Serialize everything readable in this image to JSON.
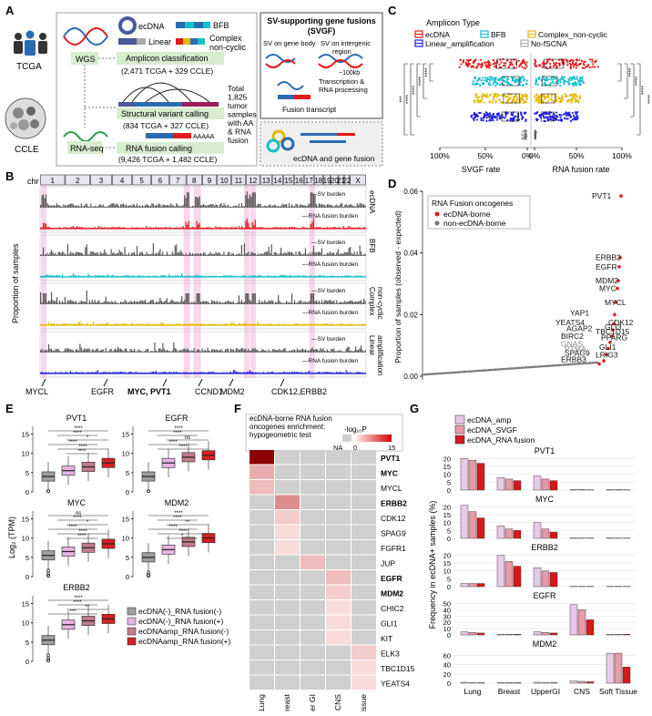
{
  "panel_letters": [
    "A",
    "B",
    "C",
    "D",
    "E",
    "F",
    "G"
  ],
  "panelA": {
    "tcga": "TCGA",
    "ccle": "CCLE",
    "legend": {
      "ecdna": "ecDNA",
      "bfb": "BFB",
      "linear": "Linear",
      "complex": "Complex\nnon-cyclic"
    },
    "wgs": "WGS",
    "rnaseq": "RNA-seq",
    "amplicon": {
      "title": "Amplicon classification",
      "count": "(2,471 TCGA + 329 CCLE)"
    },
    "svcall": {
      "title": "Structural variant calling",
      "count": "(834 TCGA + 327 CCLE)"
    },
    "fusion": {
      "title": "RNA fusion calling",
      "count": "(9,426 TCGA + 1,482 CCLE)"
    },
    "total": [
      "Total",
      "1,825",
      "tumor",
      "samples",
      "with AA",
      "& RNA",
      "fusion"
    ],
    "aaaaa": "AAAAA",
    "svgf_title": [
      "SV-supporting gene fusions",
      "(SVGF)"
    ],
    "sv_gene_body": "SV on gene body",
    "sv_intergenic": [
      "SV on intergenic",
      "region"
    ],
    "kb100": "~100kb",
    "transcription": [
      "Transcription &",
      "RNA processing"
    ],
    "fusion_transcript": "Fusion transcript",
    "ecdna_gene_fusion": "ecDNA and gene fusion"
  },
  "panelB": {
    "chr_label": "chr",
    "chromosomes": [
      "1",
      "2",
      "3",
      "4",
      "5",
      "6",
      "7",
      "8",
      "9",
      "10",
      "11",
      "12",
      "13",
      "14",
      "15",
      "16",
      "17",
      "18",
      "19",
      "20",
      "21",
      "22",
      "X"
    ],
    "ylabel": "Proportion of samples",
    "tracks": [
      "ecDNA",
      "BFB",
      "Complex\nnon-cyclic",
      "Linear\namplification"
    ],
    "sv_burden": "SV burden",
    "rna_burden": "RNA fusion burden",
    "genes": [
      "MYCL",
      "EGFR",
      "MYC, PVT1",
      "CCND1",
      "MDM2",
      "CDK12,ERBB2"
    ],
    "colors": {
      "ecdna": "#e31a1c",
      "bfb": "#17becf",
      "complex": "#e5b800",
      "linear": "#1f1fe0",
      "sv": "#555555",
      "highlight": "#f3c6e3"
    }
  },
  "chart_C": {
    "type": "bar",
    "legend_title": "Amplicon Type",
    "legend": [
      {
        "name": "ecDNA",
        "color": "#e31a1c"
      },
      {
        "name": "BFB",
        "color": "#17becf"
      },
      {
        "name": "Complex_non-cyclic",
        "color": "#e5b800"
      },
      {
        "name": "Linear_amplification",
        "color": "#1f1fe0"
      },
      {
        "name": "No-fSCNA",
        "color": "#aaaaaa"
      }
    ],
    "left_ticks": [
      "100%",
      "50%",
      "0%"
    ],
    "right_ticks": [
      "0%",
      "50%",
      "100%"
    ],
    "xlabel_left": "SVGF rate",
    "xlabel_right": "RNA fusion rate",
    "sig_left": [
      "****",
      "****",
      "****",
      "****",
      "***"
    ],
    "sig_right": [
      "****",
      "****",
      "****",
      "****"
    ]
  },
  "chart_D": {
    "type": "line",
    "ylabel": "Proportion of samples (observed - expected)",
    "ylim": [
      0,
      0.06
    ],
    "yticks": [
      "0.00",
      "0.02",
      "0.04",
      "0.06"
    ],
    "legend_title": "RNA Fusion oncogenes",
    "legend": [
      {
        "name": "ecDNA-borne",
        "color": "#e31a1c"
      },
      {
        "name": "non-ecDNA-borne",
        "color": "#777777"
      }
    ],
    "labels": [
      {
        "text": "PVT1",
        "y": 0.0585,
        "color": "#111"
      },
      {
        "text": "ERBB2",
        "y": 0.0385,
        "color": "#111"
      },
      {
        "text": "EGFR",
        "y": 0.0355,
        "color": "#111"
      },
      {
        "text": "MDM2",
        "y": 0.031,
        "color": "#111"
      },
      {
        "text": "MYC",
        "y": 0.0285,
        "color": "#111"
      },
      {
        "text": "MYCL",
        "y": 0.024,
        "color": "#111"
      },
      {
        "text": "YAP1",
        "y": 0.0205,
        "color": "#111"
      },
      {
        "text": "CDK12",
        "y": 0.0175,
        "color": "#111"
      },
      {
        "text": "YEATS4",
        "y": 0.0175,
        "color": "#111"
      },
      {
        "text": "GLI3",
        "y": 0.016,
        "color": "#111"
      },
      {
        "text": "AGAP2",
        "y": 0.0155,
        "color": "#111"
      },
      {
        "text": "TBC1D15",
        "y": 0.0145,
        "color": "#111"
      },
      {
        "text": "BIRC2",
        "y": 0.013,
        "color": "#111"
      },
      {
        "text": "PPARG",
        "y": 0.0125,
        "color": "#111"
      },
      {
        "text": "GNAS",
        "y": 0.0105,
        "color": "#888"
      },
      {
        "text": "GLI1",
        "y": 0.0095,
        "color": "#111"
      },
      {
        "text": "PTMA",
        "y": 0.0088,
        "color": "#888"
      },
      {
        "text": "SPAG9",
        "y": 0.0075,
        "color": "#111"
      },
      {
        "text": "LRIG3",
        "y": 0.007,
        "color": "#111"
      },
      {
        "text": "ERBB3",
        "y": 0.0055,
        "color": "#111"
      }
    ]
  },
  "chart_E": {
    "type": "box",
    "ylabel": "Log₂ (TPM)",
    "panels": [
      {
        "title": "PVT1",
        "ylim": [
          0,
          17
        ],
        "yticks": [
          "0",
          "5",
          "10",
          "15"
        ],
        "medians": [
          4,
          5.5,
          6.5,
          7.5
        ],
        "sig": [
          "****",
          "****",
          "*",
          "****",
          "****",
          "****"
        ]
      },
      {
        "title": "EGFR",
        "ylim": [
          0,
          17
        ],
        "yticks": [
          "0",
          "5",
          "10",
          "15"
        ],
        "medians": [
          4,
          7.5,
          9,
          9.5
        ],
        "sig": [
          "****",
          "****",
          "ns",
          "****",
          "****"
        ]
      },
      {
        "title": "MYC",
        "ylim": [
          0,
          17
        ],
        "yticks": [
          "0",
          "5",
          "10",
          "15"
        ],
        "medians": [
          5.5,
          6.5,
          7.5,
          8.5
        ],
        "sig": [
          "ns",
          "****",
          "*",
          "****",
          "****",
          "****"
        ]
      },
      {
        "title": "MDM2",
        "ylim": [
          0,
          17
        ],
        "yticks": [
          "0",
          "5",
          "10",
          "15"
        ],
        "medians": [
          5,
          7,
          9,
          10
        ],
        "sig": [
          "****",
          "****",
          "**",
          "****",
          "****",
          "*"
        ]
      },
      {
        "title": "ERBB2",
        "ylim": [
          0,
          17
        ],
        "yticks": [
          "0",
          "5",
          "10",
          "15"
        ],
        "medians": [
          5.5,
          9.5,
          10.5,
          11
        ],
        "sig": [
          "****",
          "****",
          "**",
          "***"
        ]
      }
    ],
    "legend": [
      {
        "name": "ecDNA(-)_RNA fusion(-)",
        "color": "#9e9e9e"
      },
      {
        "name": "ecDNA(-)_RNA fusion(+)",
        "color": "#e6b3e1"
      },
      {
        "name": "ecDNAamp_RNA fusion(-)",
        "color": "#c47a8a"
      },
      {
        "name": "ecDNAamp_RNA fusion(+)",
        "color": "#d62020"
      }
    ]
  },
  "chart_F": {
    "type": "heatmap",
    "legend_title": [
      "ecDNA-borne RNA fusion",
      "oncogenes enrichment:",
      "hypogeometric test"
    ],
    "scale_label": "-log₁₀P",
    "scale_ticks": [
      "NA",
      "0",
      "15"
    ],
    "rows": [
      "PVT1",
      "MYC",
      "MYCL",
      "ERBB2",
      "CDK12",
      "SPAG9",
      "FGFR1",
      "JUP",
      "EGFR",
      "MDM2",
      "CHIC2",
      "GLI1",
      "KIT",
      "ELK3",
      "TBC1D15",
      "YEATS4"
    ],
    "bold_rows": [
      "PVT1",
      "MYC",
      "ERBB2",
      "EGFR",
      "MDM2"
    ],
    "cols": [
      "Lung",
      "Breast",
      "Uper GI",
      "CNS",
      "Soft Tissue"
    ],
    "values": [
      [
        15,
        null,
        null,
        null,
        null
      ],
      [
        4,
        null,
        null,
        null,
        null
      ],
      [
        3,
        null,
        null,
        null,
        null
      ],
      [
        null,
        6,
        null,
        null,
        null
      ],
      [
        null,
        2,
        null,
        null,
        null
      ],
      [
        null,
        1,
        null,
        null,
        null
      ],
      [
        null,
        1,
        null,
        null,
        null
      ],
      [
        null,
        null,
        3,
        null,
        null
      ],
      [
        null,
        null,
        null,
        3,
        null
      ],
      [
        null,
        null,
        null,
        2,
        null
      ],
      [
        null,
        null,
        null,
        1,
        null
      ],
      [
        null,
        null,
        null,
        1,
        null
      ],
      [
        null,
        null,
        null,
        1,
        null
      ],
      [
        null,
        null,
        null,
        null,
        2
      ],
      [
        null,
        null,
        null,
        null,
        1
      ],
      [
        null,
        null,
        null,
        null,
        1
      ]
    ]
  },
  "chart_G": {
    "type": "bar",
    "ylabel": "Frequency in ecDNA+ samples (%)",
    "categories": [
      "Lung",
      "Breast",
      "UpperGI",
      "CNS",
      "Soft Tissue"
    ],
    "legend": [
      {
        "name": "ecDNA_amp",
        "color": "#e8c9e6"
      },
      {
        "name": "ecDNA_SVGF",
        "color": "#e89aa8"
      },
      {
        "name": "ecDNA_RNA fusion",
        "color": "#d41a1a"
      }
    ],
    "panels": [
      {
        "title": "PVT1",
        "ymax": 22,
        "yticks": [
          "0",
          "5",
          "10",
          "15",
          "20"
        ],
        "values": [
          [
            20,
            8,
            9,
            0.3,
            0.3
          ],
          [
            19,
            7,
            7,
            0.3,
            0.3
          ],
          [
            17,
            6,
            6,
            0.2,
            0.2
          ]
        ]
      },
      {
        "title": "MYC",
        "ymax": 22,
        "yticks": [
          "0",
          "5",
          "10",
          "15",
          "20"
        ],
        "values": [
          [
            21,
            8,
            10,
            0.3,
            0.3
          ],
          [
            17,
            6,
            6,
            0.2,
            0.2
          ],
          [
            13,
            5,
            4,
            0.2,
            0.2
          ]
        ]
      },
      {
        "title": "ERBB2",
        "ymax": 22,
        "yticks": [
          "0",
          "5",
          "10",
          "15",
          "20"
        ],
        "values": [
          [
            2,
            20,
            12,
            0.2,
            0.2
          ],
          [
            2,
            16,
            10,
            0.2,
            0.2
          ],
          [
            2,
            13,
            9,
            0.2,
            0.2
          ]
        ]
      },
      {
        "title": "EGFR",
        "ymax": 55,
        "yticks": [
          "0",
          "10",
          "20",
          "30",
          "40",
          "50"
        ],
        "values": [
          [
            5,
            1,
            5,
            48,
            1
          ],
          [
            4,
            1,
            4,
            40,
            1
          ],
          [
            3,
            1,
            3,
            24,
            1
          ]
        ]
      },
      {
        "title": "MDM2",
        "ymax": 75,
        "yticks": [
          "0",
          "20",
          "40",
          "60"
        ],
        "values": [
          [
            2,
            1,
            2,
            5,
            65
          ],
          [
            1,
            1,
            1,
            4,
            65
          ],
          [
            1,
            1,
            1,
            3,
            35
          ]
        ]
      }
    ]
  }
}
